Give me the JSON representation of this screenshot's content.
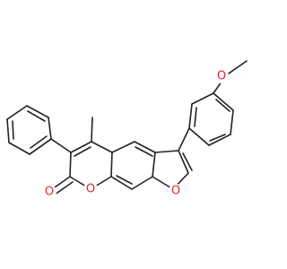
{
  "molecule": {
    "atoms": {
      "o_methoxy": "O",
      "o_furan": "O",
      "o_lactone": "O",
      "o_carbonyl": "O"
    },
    "colors": {
      "bond": "#222222",
      "oxygen": "#e4262c",
      "background": "#ffffff"
    }
  }
}
